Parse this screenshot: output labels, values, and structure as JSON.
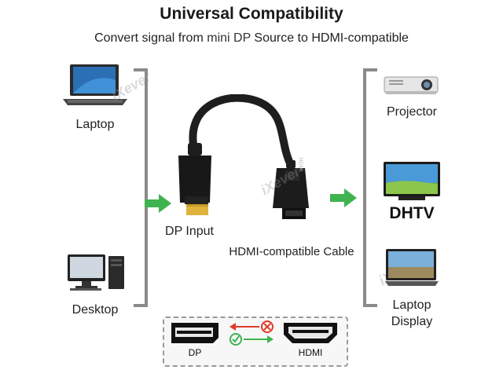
{
  "header": {
    "title": "Universal Compatibility",
    "subtitle_pre": "Convert signal from ",
    "subtitle_hl": "mini DP",
    "subtitle_post": " Source to HDMI-compatible"
  },
  "sources": [
    {
      "label": "Laptop"
    },
    {
      "label": "Desktop"
    }
  ],
  "cable": {
    "input_label": "DP Input",
    "cable_label": "HDMI-compatible Cable",
    "plug_text": "HDMI"
  },
  "outputs": [
    {
      "label": "Projector"
    },
    {
      "label": "DHTV"
    },
    {
      "label_line1": "Laptop",
      "label_line2": "Display"
    }
  ],
  "direction_box": {
    "left_label": "DP",
    "right_label": "HDMI"
  },
  "colors": {
    "arrow_green": "#3fb34f",
    "arrow_red": "#e03b2b",
    "bracket_gray": "#8a8a8a"
  }
}
